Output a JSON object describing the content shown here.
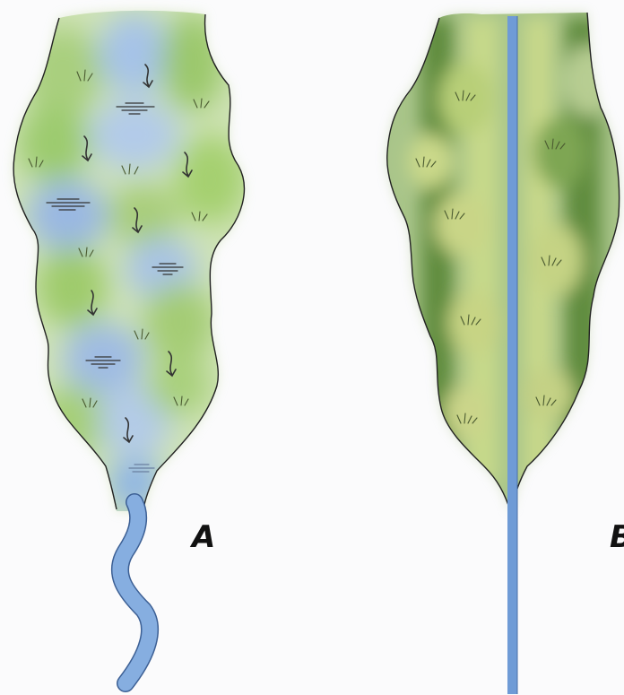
{
  "panels": [
    {
      "id": "A",
      "label": "A",
      "type": "wetland-with-stream-outlet",
      "colors": {
        "vegetation": "#9cc878",
        "water": "#86aee0",
        "outline": "#222222",
        "grass": "#4a5a30"
      }
    },
    {
      "id": "B",
      "label": "B",
      "type": "drained-field-with-straight-channel",
      "colors": {
        "vegetation": "#6f9a4a",
        "channel": "#6f9bd6",
        "outline": "#222222",
        "grass": "#4a5a30"
      }
    }
  ]
}
